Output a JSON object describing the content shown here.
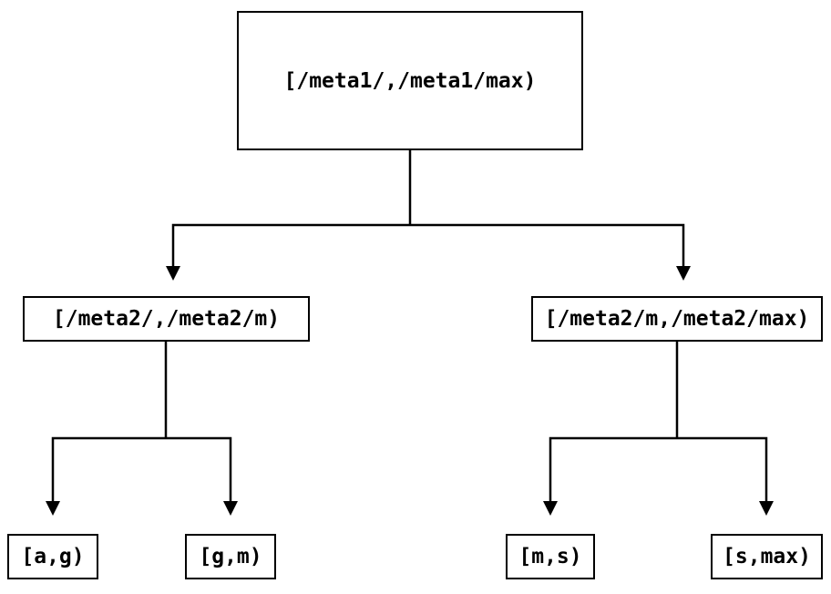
{
  "diagram": {
    "type": "tree",
    "description": "Two-level binary partition tree of key ranges",
    "colors": {
      "background": "#ffffff",
      "line": "#000000",
      "box_border": "#000000",
      "text": "#000000"
    },
    "nodes": {
      "root": {
        "label": "[/meta1/,/meta1/max)"
      },
      "left": {
        "label": "[/meta2/,/meta2/m)"
      },
      "right": {
        "label": "[/meta2/m,/meta2/max)"
      },
      "leaf_ag": {
        "label": "[a,g)"
      },
      "leaf_gm": {
        "label": "[g,m)"
      },
      "leaf_ms": {
        "label": "[m,s)"
      },
      "leaf_smax": {
        "label": "[s,max)"
      }
    },
    "edges": [
      {
        "from": "root",
        "to": "left"
      },
      {
        "from": "root",
        "to": "right"
      },
      {
        "from": "left",
        "to": "leaf_ag"
      },
      {
        "from": "left",
        "to": "leaf_gm"
      },
      {
        "from": "right",
        "to": "leaf_ms"
      },
      {
        "from": "right",
        "to": "leaf_smax"
      }
    ]
  }
}
